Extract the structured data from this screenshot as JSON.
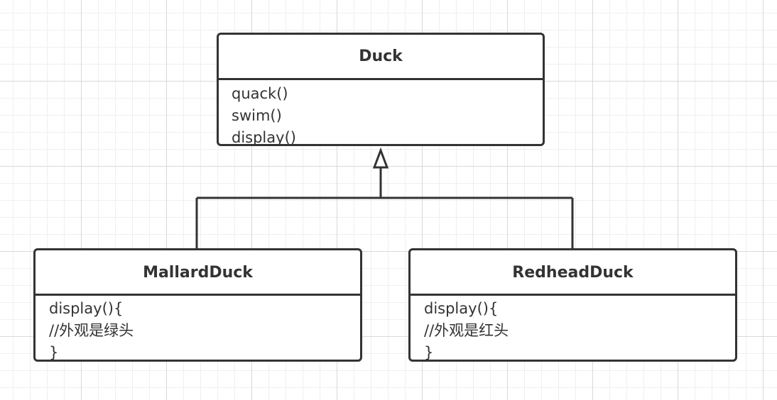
{
  "diagram": {
    "classes": {
      "duck": {
        "name": "Duck",
        "methods": [
          "quack()",
          "swim()",
          "display()"
        ]
      },
      "mallard_duck": {
        "name": "MallardDuck",
        "body_lines": [
          "display(){",
          "//外观是绿头",
          "}"
        ]
      },
      "redhead_duck": {
        "name": "RedheadDuck",
        "body_lines": [
          "display(){",
          "//外观是红头",
          "}"
        ]
      }
    },
    "relationships": [
      {
        "type": "generalization",
        "from": "MallardDuck",
        "to": "Duck"
      },
      {
        "type": "generalization",
        "from": "RedheadDuck",
        "to": "Duck"
      }
    ],
    "colors": {
      "stroke": "#333333",
      "background": "#ffffff",
      "grid_major": "#d9d9d9",
      "grid_minor": "#efefef"
    }
  }
}
